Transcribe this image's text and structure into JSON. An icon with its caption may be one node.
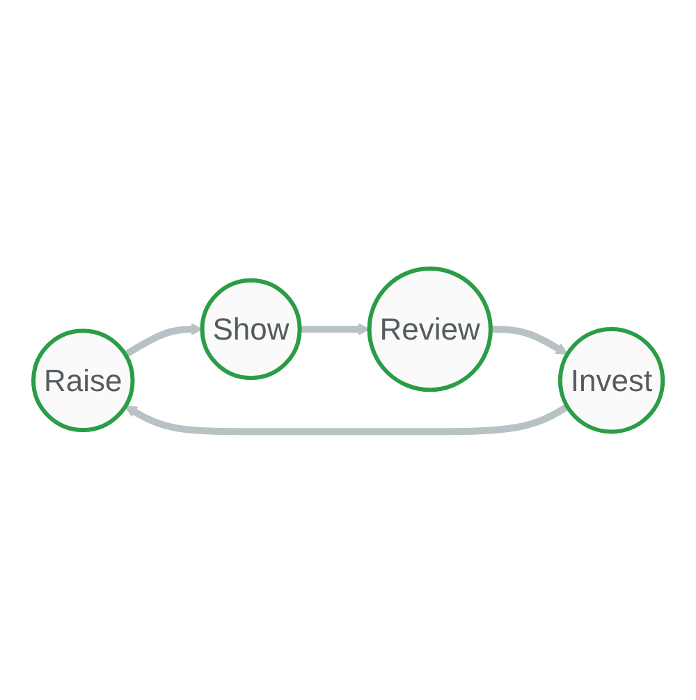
{
  "diagram": {
    "nodes": [
      {
        "text": [
          "Raise"
        ]
      },
      {
        "text": [
          "Show"
        ]
      },
      {
        "text": [
          "Review"
        ]
      },
      {
        "text": [
          "Invest"
        ]
      }
    ],
    "edges": [
      {
        "from": 0,
        "to": 1,
        "arrow": "to"
      },
      {
        "from": 1,
        "to": 2,
        "arrow": "to"
      },
      {
        "from": 2,
        "to": 3,
        "arrow": "to"
      },
      {
        "from": 3,
        "to": 0,
        "arrow": "to"
      }
    ]
  }
}
